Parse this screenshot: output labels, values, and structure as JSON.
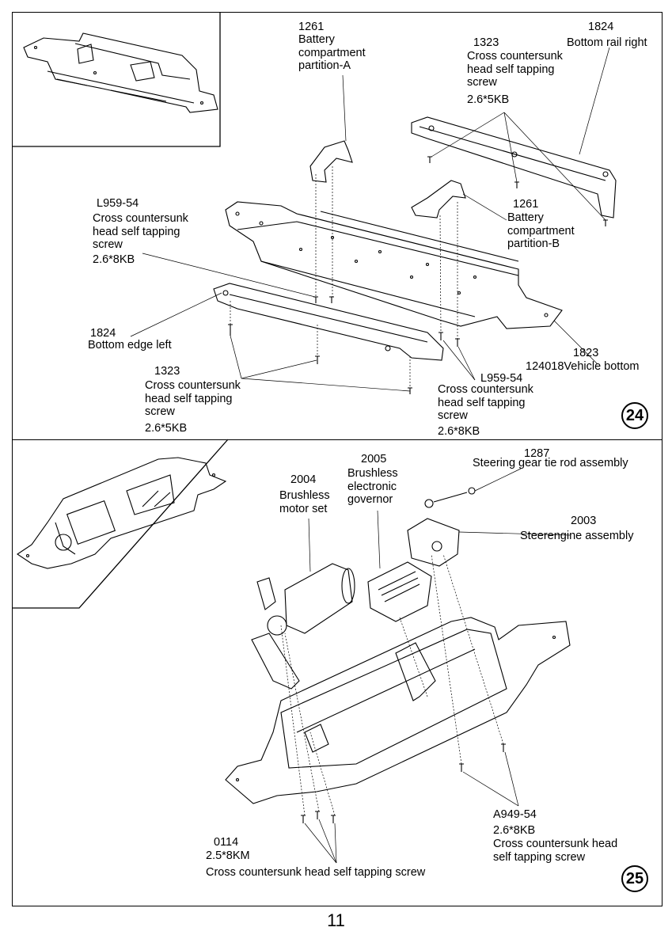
{
  "step24": {
    "number": "24",
    "parts": {
      "p1261a": {
        "code": "1261",
        "name": "Battery\ncompartment\npartition-A"
      },
      "p1824r": {
        "code": "1824",
        "name": "Bottom rail right"
      },
      "p1323top": {
        "code": "1323",
        "name": "Cross countersunk\nhead self tapping\nscrew",
        "spec": "2.6*5KB"
      },
      "pL959left": {
        "code": "L959-54",
        "name": "Cross countersunk\nhead self tapping\nscrew",
        "spec": "2.6*8KB"
      },
      "p1261b": {
        "code": "1261",
        "name": "Battery\ncompartment\npartition-B"
      },
      "p1824l": {
        "code": "1824",
        "name": "Bottom edge left"
      },
      "p1823": {
        "code": "1823",
        "name": "124018Vehicle bottom"
      },
      "p1323bot": {
        "code": "1323",
        "name": "Cross countersunk\nhead self tapping\nscrew",
        "spec": "2.6*5KB"
      },
      "pL959right": {
        "code": "L959-54",
        "name": "Cross countersunk\nhead self tapping\nscrew",
        "spec": "2.6*8KB"
      }
    }
  },
  "step25": {
    "number": "25",
    "parts": {
      "p2005": {
        "code": "2005",
        "name": "Brushless\nelectronic\ngovernor"
      },
      "p1287": {
        "code": "1287",
        "name": "Steering gear tie rod assembly"
      },
      "p2004": {
        "code": "2004",
        "name": "Brushless\nmotor set"
      },
      "p2003": {
        "code": "2003",
        "name": "Steerengine assembly"
      },
      "pA949": {
        "code": "A949-54",
        "spec": "2.6*8KB",
        "name": "Cross countersunk head\nself tapping screw"
      },
      "p0114": {
        "code": "0114",
        "spec": "2.5*8KM",
        "name": "Cross countersunk head self tapping screw"
      }
    }
  },
  "page_number": "11"
}
